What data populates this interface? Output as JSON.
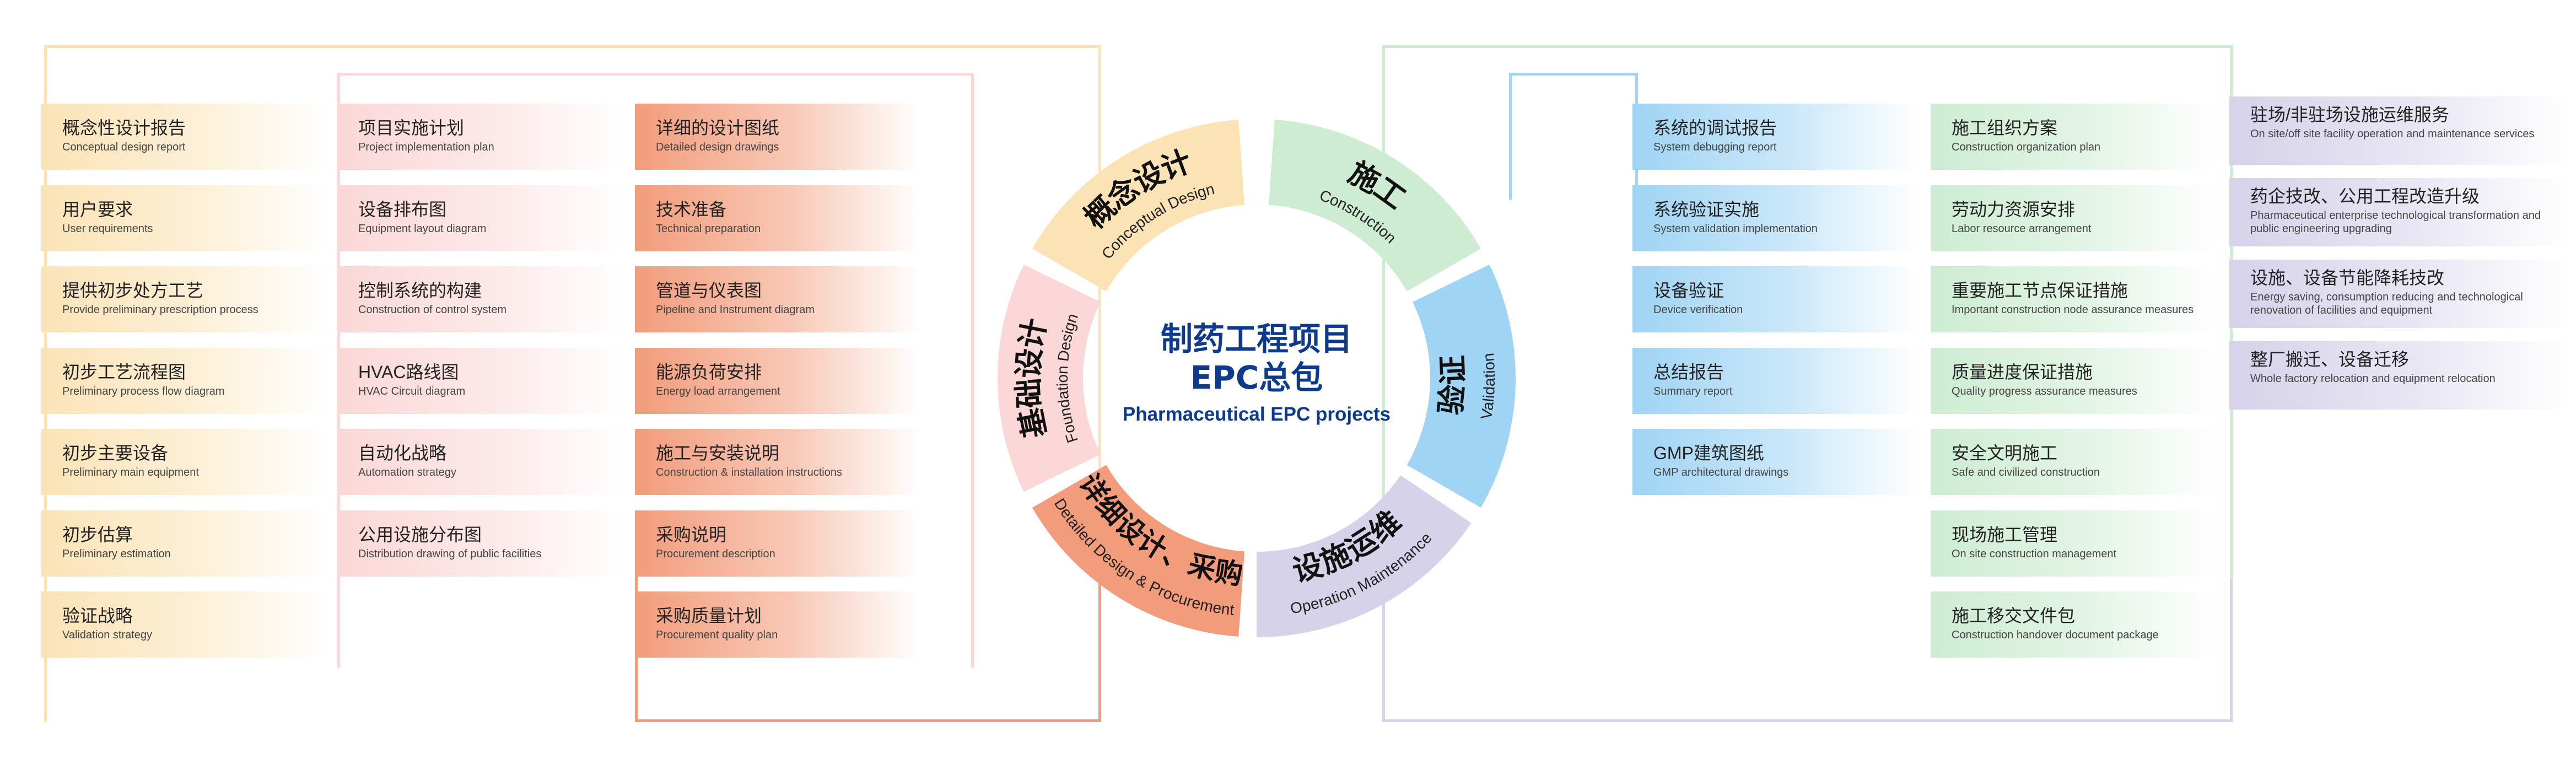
{
  "center": {
    "title_line1": "制药工程项目",
    "title_line2": "EPC总包",
    "subtitle": "Pharmaceutical EPC projects"
  },
  "colors": {
    "conceptual": "#fbe3b6",
    "foundation": "#fbd7d7",
    "detailed": "#f29c7b",
    "construction": "#cdecd2",
    "validation": "#9fd4f4",
    "operation": "#d6d2ea",
    "center_text": "#0d3a8c"
  },
  "phases": [
    {
      "key": "conceptual",
      "zh": "概念设计",
      "en": "Conceptual Design"
    },
    {
      "key": "construction",
      "zh": "施工",
      "en": "Construction"
    },
    {
      "key": "validation",
      "zh": "验证",
      "en": "Validation"
    },
    {
      "key": "operation",
      "zh": "设施运维",
      "en": "Operation Maintenance"
    },
    {
      "key": "detailed",
      "zh": "详细设计、采购",
      "en": "Detailed Design & Procurement"
    },
    {
      "key": "foundation",
      "zh": "基础设计",
      "en": "Foundation Design"
    }
  ],
  "columns": {
    "conceptual": [
      {
        "zh": "概念性设计报告",
        "en": "Conceptual design report"
      },
      {
        "zh": "用户要求",
        "en": "User requirements"
      },
      {
        "zh": "提供初步处方工艺",
        "en": "Provide preliminary prescription process"
      },
      {
        "zh": "初步工艺流程图",
        "en": "Preliminary process flow diagram"
      },
      {
        "zh": "初步主要设备",
        "en": "Preliminary main equipment"
      },
      {
        "zh": "初步估算",
        "en": "Preliminary estimation"
      },
      {
        "zh": "验证战略",
        "en": "Validation strategy"
      }
    ],
    "foundation": [
      {
        "zh": "项目实施计划",
        "en": "Project implementation plan"
      },
      {
        "zh": "设备排布图",
        "en": "Equipment layout diagram"
      },
      {
        "zh": "控制系统的构建",
        "en": "Construction of control system"
      },
      {
        "zh": "HVAC路线图",
        "en": "HVAC Circuit diagram"
      },
      {
        "zh": "自动化战略",
        "en": "Automation strategy"
      },
      {
        "zh": "公用设施分布图",
        "en": "Distribution drawing of public facilities"
      }
    ],
    "detailed": [
      {
        "zh": "详细的设计图纸",
        "en": "Detailed design drawings"
      },
      {
        "zh": "技术准备",
        "en": "Technical preparation"
      },
      {
        "zh": "管道与仪表图",
        "en": "Pipeline and Instrument diagram"
      },
      {
        "zh": "能源负荷安排",
        "en": "Energy load arrangement"
      },
      {
        "zh": "施工与安装说明",
        "en": "Construction & installation instructions"
      },
      {
        "zh": "采购说明",
        "en": "Procurement description"
      },
      {
        "zh": "采购质量计划",
        "en": "Procurement quality plan"
      }
    ],
    "validation": [
      {
        "zh": "系统的调试报告",
        "en": "System debugging report"
      },
      {
        "zh": "系统验证实施",
        "en": "System validation implementation"
      },
      {
        "zh": "设备验证",
        "en": "Device verification"
      },
      {
        "zh": "总结报告",
        "en": "Summary report"
      },
      {
        "zh": "GMP建筑图纸",
        "en": "GMP architectural drawings"
      }
    ],
    "construction": [
      {
        "zh": "施工组织方案",
        "en": "Construction organization plan"
      },
      {
        "zh": "劳动力资源安排",
        "en": "Labor resource arrangement"
      },
      {
        "zh": "重要施工节点保证措施",
        "en": "Important construction node assurance measures"
      },
      {
        "zh": "质量进度保证措施",
        "en": "Quality progress assurance measures"
      },
      {
        "zh": "安全文明施工",
        "en": "Safe and civilized construction"
      },
      {
        "zh": "现场施工管理",
        "en": "On site construction management"
      },
      {
        "zh": "施工移交文件包",
        "en": "Construction handover document package"
      }
    ],
    "operation": [
      {
        "zh": "驻场/非驻场设施运维服务",
        "en": "On site/off site facility operation and maintenance services"
      },
      {
        "zh": "药企技改、公用工程改造升级",
        "en": "Pharmaceutical enterprise technological transformation and public engineering upgrading"
      },
      {
        "zh": "设施、设备节能降耗技改",
        "en": "Energy saving, consumption reducing and technological renovation of facilities and equipment"
      },
      {
        "zh": "整厂搬迁、设备迁移",
        "en": "Whole factory relocation and equipment relocation"
      }
    ]
  }
}
